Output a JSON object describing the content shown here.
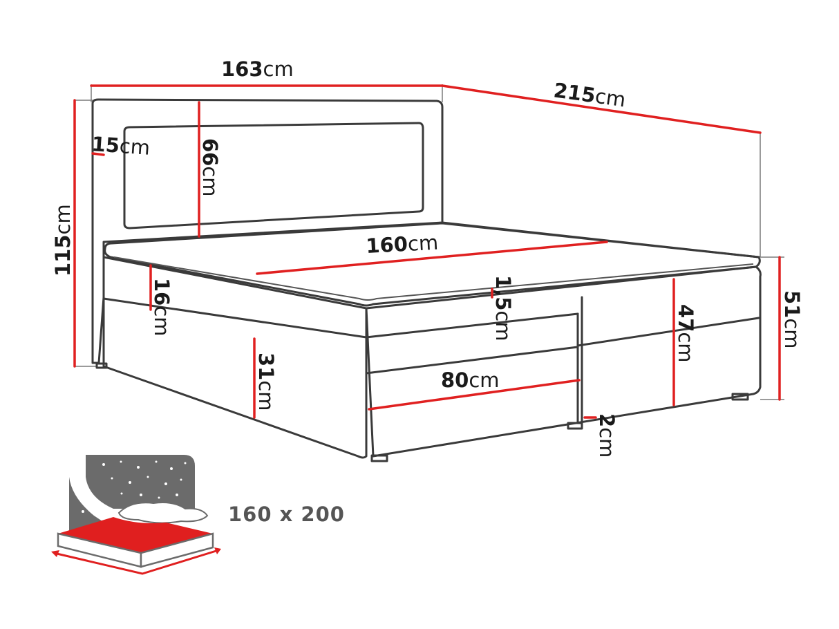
{
  "unit": "cm",
  "dimensions": {
    "total_width": "163",
    "total_length": "215",
    "total_height": "115",
    "headboard_border": "15",
    "headboard_height": "66",
    "mattress_width": "160",
    "topper_height": "16",
    "topper_seam": "1,5",
    "box_height": "47",
    "bed_height": "51",
    "drawer_height": "31",
    "drawer_width": "80",
    "foot_height": "2"
  },
  "mattress_size": "160 x 200",
  "colors": {
    "dimension_line": "#e02020",
    "outline": "#3a3a3a",
    "icon_gray": "#6b6b6b",
    "icon_red": "#e01f1f",
    "text": "#1a1a1a"
  }
}
